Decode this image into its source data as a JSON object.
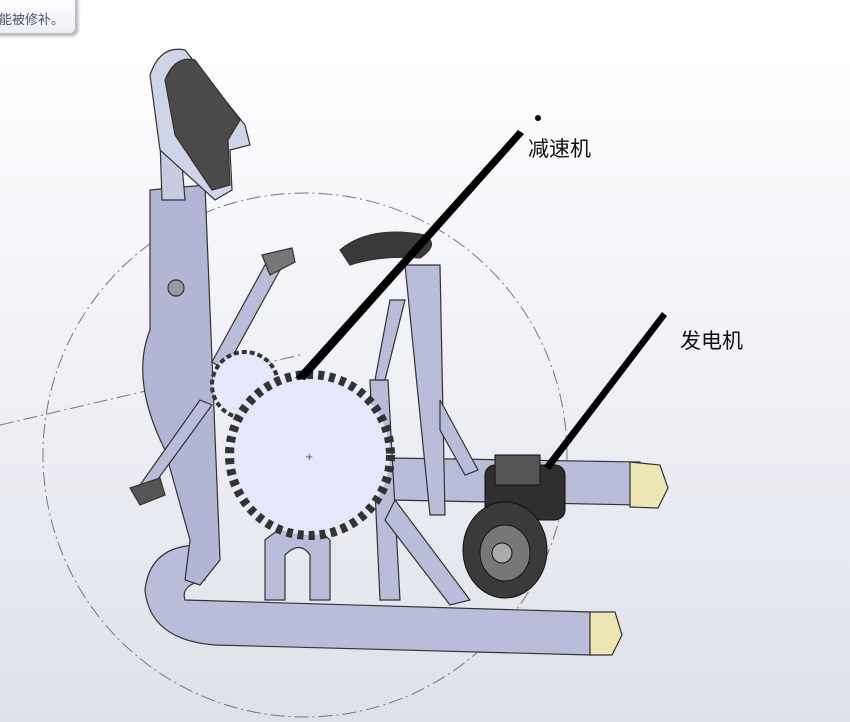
{
  "tooltip": {
    "text": "能被修补。"
  },
  "annotations": [
    {
      "label": "减速机"
    },
    {
      "label": "发电机"
    }
  ],
  "colors": {
    "frame": "#b8bcd8",
    "gear": "#e4e8fa",
    "motor": "#3a3a3a",
    "foot_cap": "#ece6b4"
  }
}
